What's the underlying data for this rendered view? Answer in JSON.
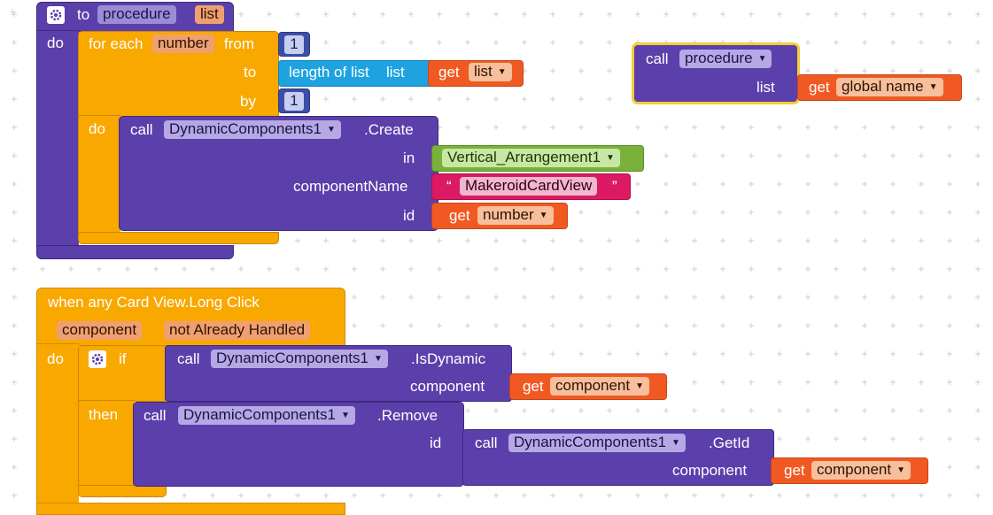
{
  "procedure_def": {
    "to_label": "to",
    "name": "procedure",
    "param": "list",
    "do_label": "do"
  },
  "for_each": {
    "label": "for each",
    "var": "number",
    "from_label": "from",
    "from_value": "1",
    "to_label": "to",
    "by_label": "by",
    "by_value": "1",
    "do_label": "do"
  },
  "length_of_list": {
    "label": "length of list",
    "arg_label": "list"
  },
  "get_labels": {
    "get": "get"
  },
  "get_list_var": "list",
  "create_call": {
    "call_label": "call",
    "component": "DynamicComponents1",
    "method": ".Create",
    "in_label": "in",
    "in_value": "Vertical_Arrangement1",
    "component_name_label": "componentName",
    "string_open": "“",
    "string_value": "MakeroidCardView",
    "string_close": "”",
    "id_label": "id",
    "id_get_var": "number"
  },
  "proc_call": {
    "call_label": "call",
    "name": "procedure",
    "list_label": "list",
    "get_var": "global name"
  },
  "event_block": {
    "title": "when any Card View.Long Click",
    "param1": "component",
    "param2": "not Already Handled",
    "do_label": "do"
  },
  "if_block": {
    "if_label": "if",
    "then_label": "then"
  },
  "isdynamic_call": {
    "call_label": "call",
    "component": "DynamicComponents1",
    "method": ".IsDynamic",
    "arg_label": "component",
    "get_var": "component"
  },
  "remove_call": {
    "call_label": "call",
    "component": "DynamicComponents1",
    "method": ".Remove",
    "id_label": "id"
  },
  "getid_call": {
    "call_label": "call",
    "component": "DynamicComponents1",
    "method": ".GetId",
    "arg_label": "component",
    "get_var": "component"
  },
  "icons": {
    "mutator": "gear-icon",
    "dropdown": "chevron-down-icon"
  },
  "colors": {
    "procedure": "#5b3fab",
    "control": "#f9a800",
    "math": "#3c4ea7",
    "list": "#1ea3e0",
    "variable": "#f05a22",
    "text": "#db1a63",
    "component_ref": "#79b13a",
    "selection": "#f5cc3a"
  }
}
